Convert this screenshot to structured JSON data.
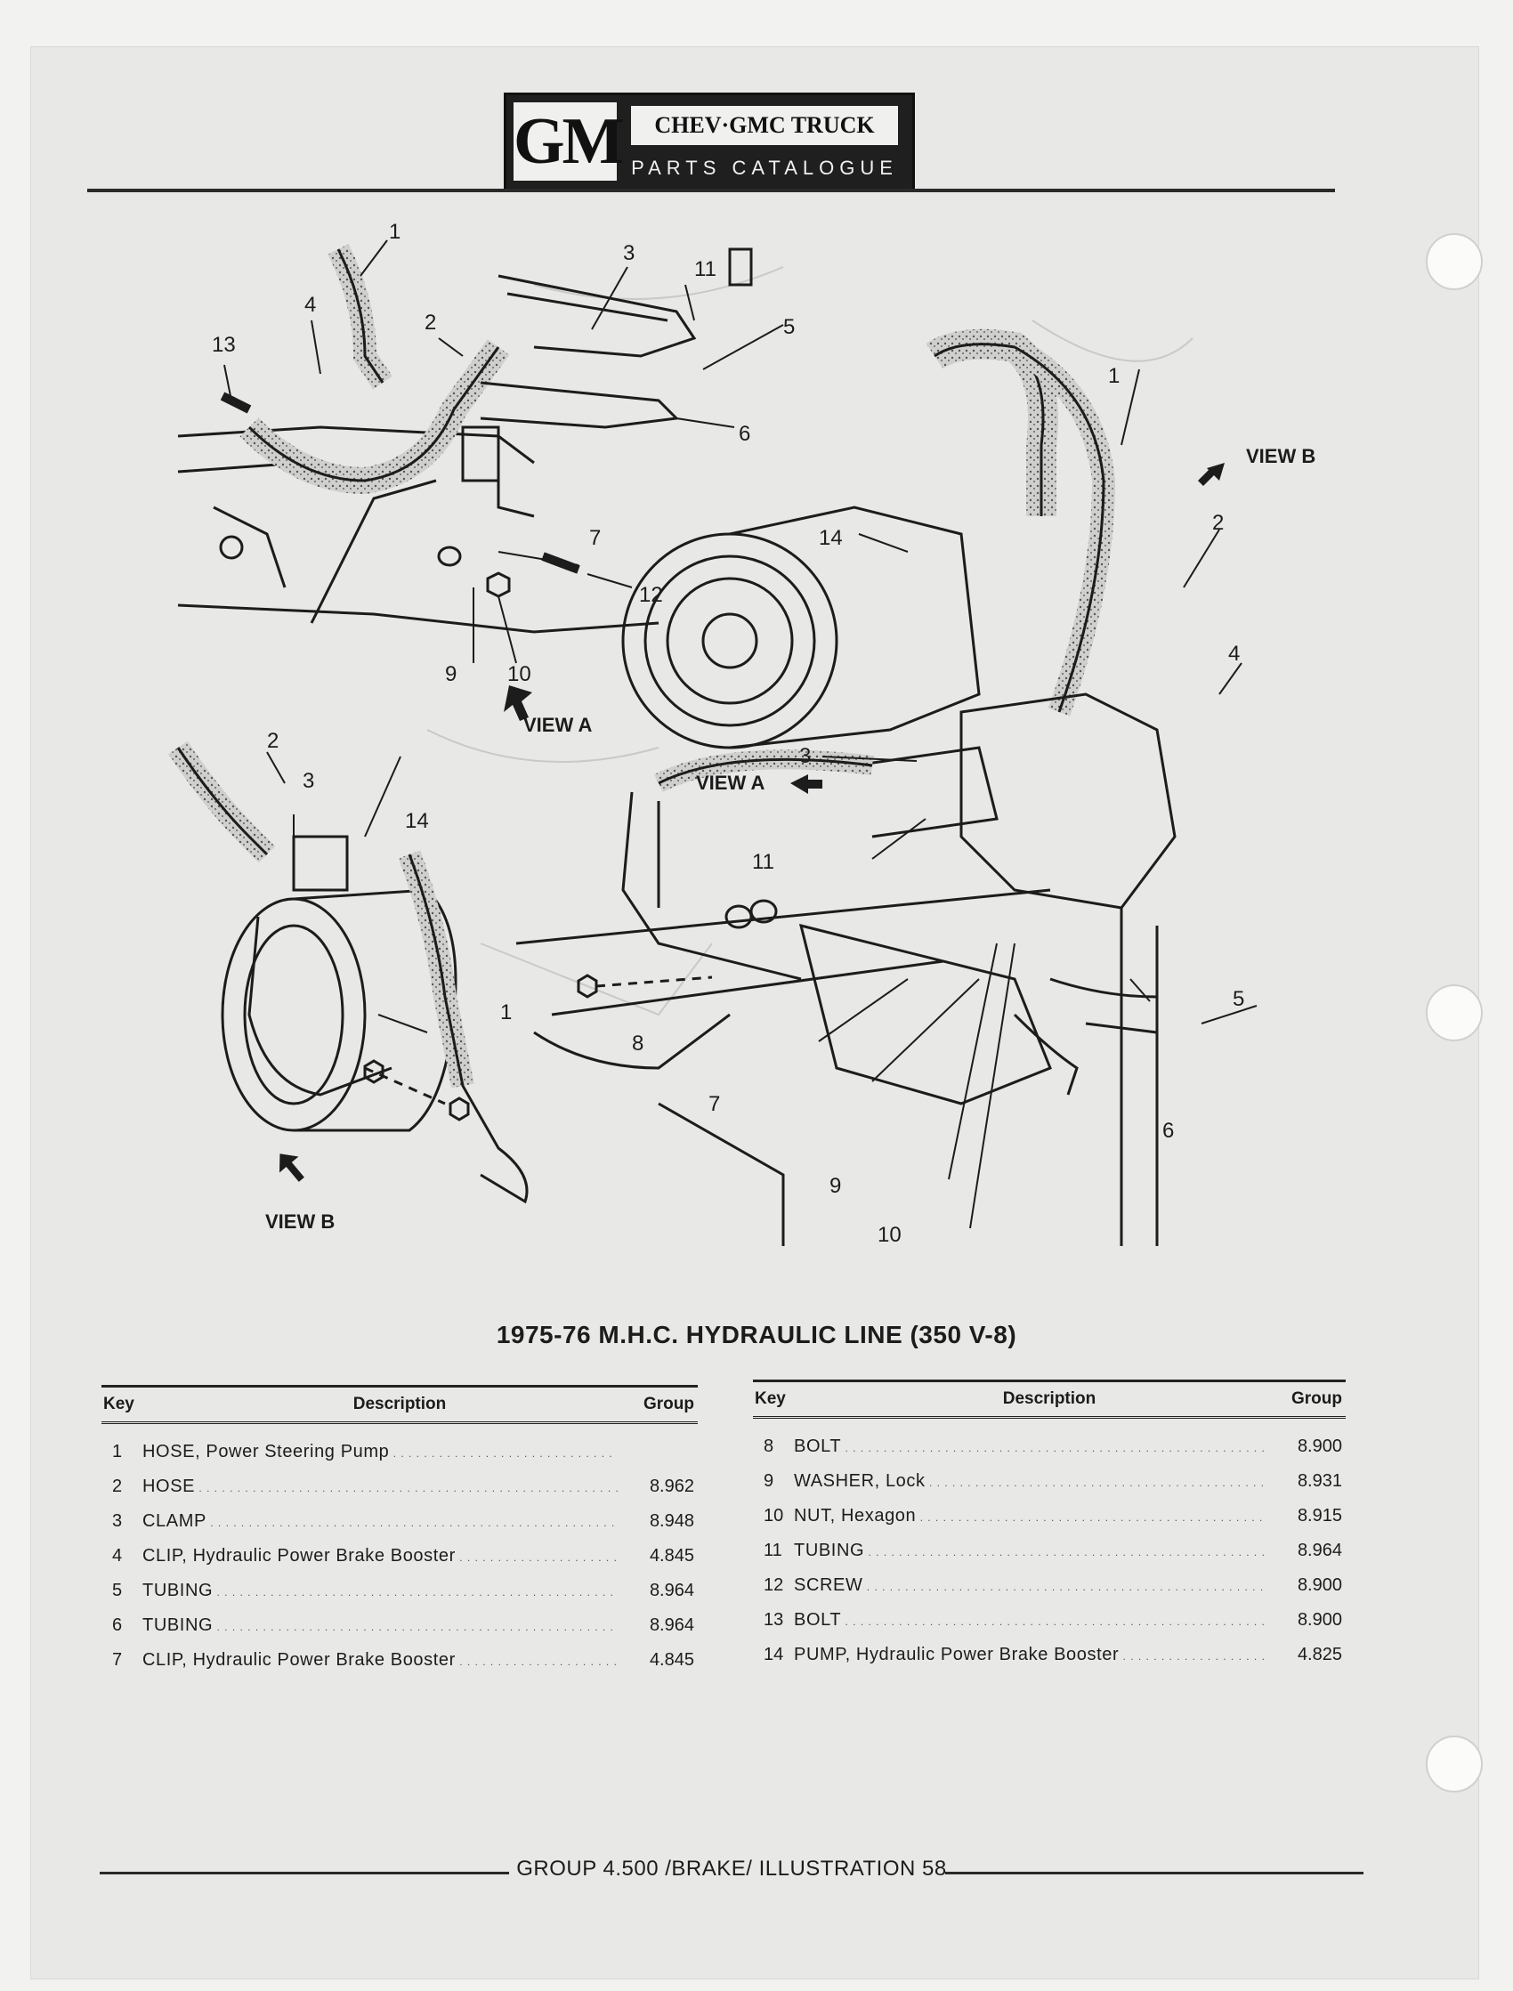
{
  "header": {
    "logo": "GM",
    "line1": "CHEV·GMC TRUCK",
    "line2": "PARTS CATALOGUE"
  },
  "figure": {
    "view_a_label": "VIEW A",
    "view_b_label": "VIEW B",
    "callouts": [
      "1",
      "2",
      "3",
      "4",
      "5",
      "6",
      "7",
      "8",
      "9",
      "10",
      "11",
      "12",
      "13",
      "14"
    ]
  },
  "title": "1975-76 M.H.C. HYDRAULIC LINE (350 V-8)",
  "table_headers": {
    "key": "Key",
    "description": "Description",
    "group": "Group"
  },
  "parts_left": [
    {
      "key": "1",
      "description": "HOSE, Power Steering Pump",
      "group": ""
    },
    {
      "key": "2",
      "description": "HOSE",
      "group": "8.962"
    },
    {
      "key": "3",
      "description": "CLAMP",
      "group": "8.948"
    },
    {
      "key": "4",
      "description": "CLIP, Hydraulic Power Brake Booster",
      "group": "4.845"
    },
    {
      "key": "5",
      "description": "TUBING",
      "group": "8.964"
    },
    {
      "key": "6",
      "description": "TUBING",
      "group": "8.964"
    },
    {
      "key": "7",
      "description": "CLIP, Hydraulic Power Brake Booster",
      "group": "4.845"
    }
  ],
  "parts_right": [
    {
      "key": "8",
      "description": "BOLT",
      "group": "8.900"
    },
    {
      "key": "9",
      "description": "WASHER, Lock",
      "group": "8.931"
    },
    {
      "key": "10",
      "description": "NUT, Hexagon",
      "group": "8.915"
    },
    {
      "key": "11",
      "description": "TUBING",
      "group": "8.964"
    },
    {
      "key": "12",
      "description": "SCREW",
      "group": "8.900"
    },
    {
      "key": "13",
      "description": "BOLT",
      "group": "8.900"
    },
    {
      "key": "14",
      "description": "PUMP, Hydraulic Power Brake Booster",
      "group": "4.825"
    }
  ],
  "footer": "GROUP 4.500 /BRAKE/ ILLUSTRATION 58"
}
